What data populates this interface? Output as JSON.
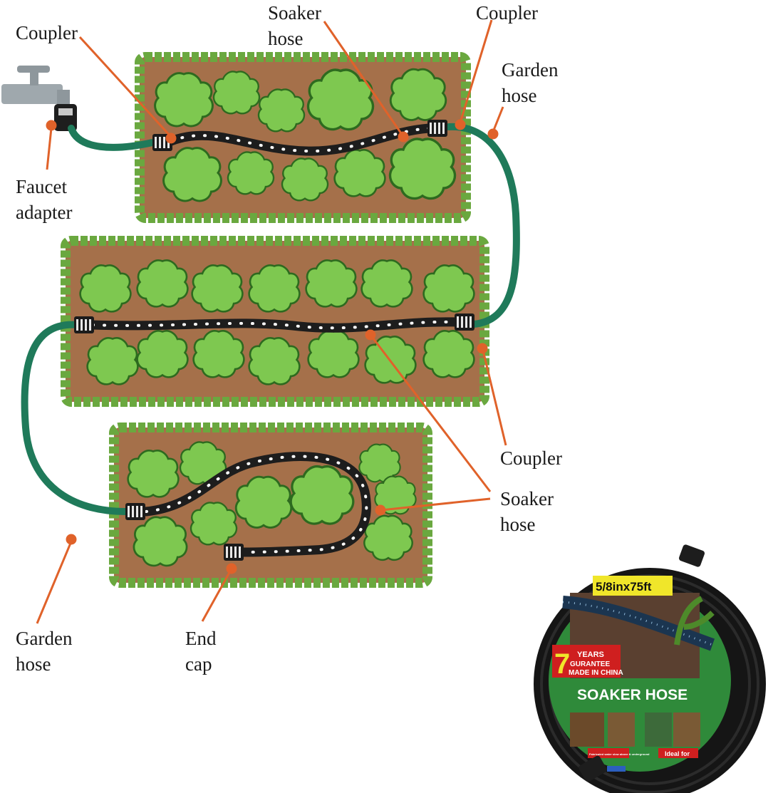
{
  "labels": {
    "coupler_top_left": "Coupler",
    "soaker_top_l1": "Soaker",
    "soaker_top_l2": "hose",
    "coupler_top_right": "Coupler",
    "garden_top_l1": "Garden",
    "garden_top_l2": "hose",
    "faucet_l1": "Faucet",
    "faucet_l2": "adapter",
    "coupler_mid_right": "Coupler",
    "soaker_right_l1": "Soaker",
    "soaker_right_l2": "hose",
    "garden_bottom_l1": "Garden",
    "garden_bottom_l2": "hose",
    "endcap_l1": "End",
    "endcap_l2": "cap"
  },
  "product": {
    "size": "5/8inx75ft",
    "years_num": "7",
    "years_word": "YEARS",
    "guarantee": "GURANTEE",
    "made_in": "MADE IN CHINA",
    "name": "SOAKER HOSE",
    "caption_left": "Fabricated water slow above & underground",
    "caption_right": "Ideal for"
  },
  "colors": {
    "soil": "#a5704a",
    "bed_border": "#6aa83f",
    "plant": "#7ec850",
    "plant_outline": "#2d6a1f",
    "garden_hose": "#1f7a5a",
    "soaker_hose": "#1d1d1d",
    "leader": "#e0622a",
    "product_green": "#2f8a3a"
  }
}
